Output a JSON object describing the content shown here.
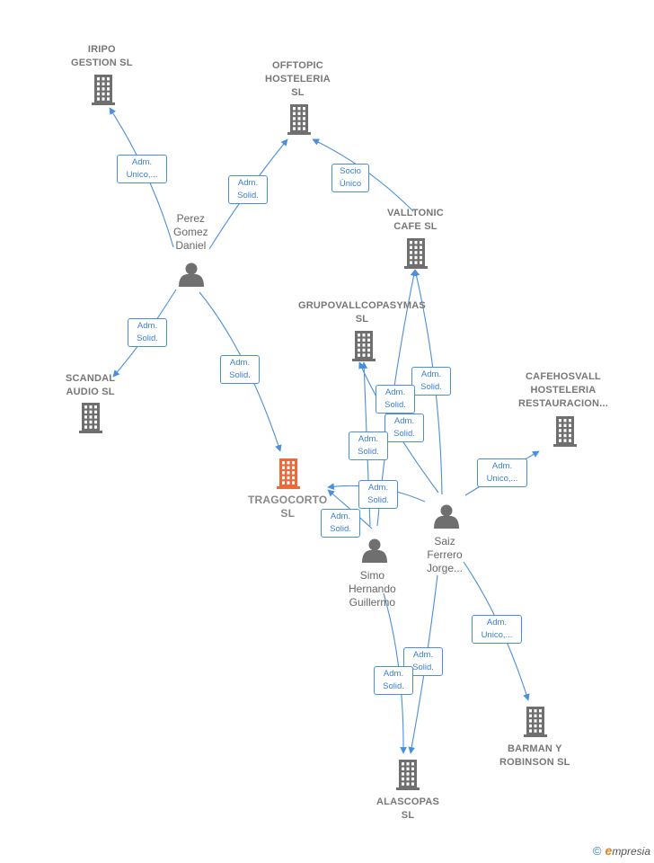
{
  "colors": {
    "edge": "#4a8fdb",
    "edge_label_text": "#3a7fd0",
    "building": "#6f6f6f",
    "building_focus": "#ea6a3c",
    "person": "#6f6f6f",
    "label": "#777777"
  },
  "nodes": [
    {
      "id": "iripo",
      "kind": "company",
      "lines": [
        "IRIPO",
        "GESTION  SL"
      ]
    },
    {
      "id": "offtopic",
      "kind": "company",
      "lines": [
        "OFFTOPIC",
        "HOSTELERIA",
        "SL"
      ]
    },
    {
      "id": "valltonic",
      "kind": "company",
      "lines": [
        "VALLTONIC",
        "CAFE  SL"
      ]
    },
    {
      "id": "grupovall",
      "kind": "company",
      "lines": [
        "GRUPOVALLCOPASYMAS",
        "SL"
      ]
    },
    {
      "id": "cafehosvall",
      "kind": "company",
      "lines": [
        "CAFEHOSVALL",
        "HOSTELERIA",
        "RESTAURACION..."
      ]
    },
    {
      "id": "scandal",
      "kind": "company",
      "lines": [
        "SCANDAL",
        "AUDIO  SL"
      ]
    },
    {
      "id": "tragocorto",
      "kind": "company",
      "focus": true,
      "lines": [
        "TRAGOCORTO",
        "SL"
      ]
    },
    {
      "id": "barman",
      "kind": "company",
      "lines": [
        "BARMAN Y",
        "ROBINSON  SL"
      ]
    },
    {
      "id": "alascopas",
      "kind": "company",
      "lines": [
        "ALASCOPAS",
        "SL"
      ]
    },
    {
      "id": "perez",
      "kind": "person",
      "lines": [
        "Perez",
        "Gomez",
        "Daniel"
      ]
    },
    {
      "id": "saiz",
      "kind": "person",
      "lines": [
        "Saiz",
        "Ferrero",
        "Jorge..."
      ]
    },
    {
      "id": "simo",
      "kind": "person",
      "lines": [
        "Simo",
        "Hernando",
        "Guillermo"
      ]
    }
  ],
  "edges": [
    {
      "id": "e1",
      "from": "perez",
      "to": "iripo",
      "label": [
        "Adm.",
        "Unico,..."
      ]
    },
    {
      "id": "e2",
      "from": "perez",
      "to": "offtopic",
      "label": [
        "Adm.",
        "Solid."
      ]
    },
    {
      "id": "e3",
      "from": "valltonic",
      "to": "offtopic",
      "label": [
        "Socio",
        "Único"
      ]
    },
    {
      "id": "e4",
      "from": "perez",
      "to": "scandal",
      "label": [
        "Adm.",
        "Solid."
      ]
    },
    {
      "id": "e5",
      "from": "perez",
      "to": "tragocorto",
      "label": [
        "Adm.",
        "Solid."
      ]
    },
    {
      "id": "e6",
      "from": "saiz",
      "to": "valltonic",
      "label": [
        "Adm.",
        "Solid."
      ]
    },
    {
      "id": "e7",
      "from": "simo",
      "to": "valltonic",
      "label": [
        "Adm.",
        "Solid."
      ]
    },
    {
      "id": "e8",
      "from": "saiz",
      "to": "grupovall",
      "label": [
        "Adm.",
        "Solid."
      ]
    },
    {
      "id": "e9",
      "from": "simo",
      "to": "grupovall",
      "label": [
        "Adm.",
        "Solid."
      ]
    },
    {
      "id": "e10",
      "from": "saiz",
      "to": "tragocorto",
      "label": [
        "Adm.",
        "Solid."
      ]
    },
    {
      "id": "e11",
      "from": "simo",
      "to": "tragocorto",
      "label": [
        "Adm.",
        "Solid."
      ]
    },
    {
      "id": "e12",
      "from": "saiz",
      "to": "cafehosvall",
      "label": [
        "Adm.",
        "Unico,..."
      ]
    },
    {
      "id": "e13",
      "from": "saiz",
      "to": "barman",
      "label": [
        "Adm.",
        "Unico,..."
      ]
    },
    {
      "id": "e14",
      "from": "saiz",
      "to": "alascopas",
      "label": [
        "Adm.",
        "Solid."
      ]
    },
    {
      "id": "e15",
      "from": "simo",
      "to": "alascopas",
      "label": [
        "Adm.",
        "Solid."
      ]
    }
  ],
  "brand": {
    "copyright": "©",
    "first_letter": "e",
    "rest": "mpresia"
  }
}
